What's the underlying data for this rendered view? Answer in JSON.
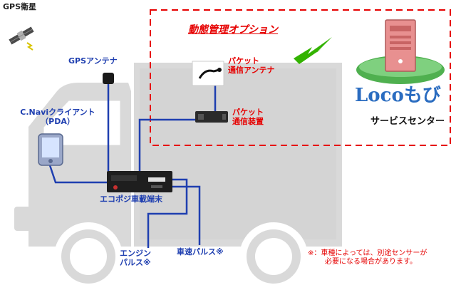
{
  "labels": {
    "gps_satellite": "GPS衛星",
    "gps_antenna": "GPSアンテナ",
    "pda_line1": "C.Naviクライアント",
    "pda_line2": "（PDA）",
    "option_title": "動態管理オプション",
    "packet_antenna_line1": "パケット",
    "packet_antenna_line2": "通信アンテナ",
    "packet_device_line1": "パケット",
    "packet_device_line2": "通信装置",
    "terminal": "エコポジ車載端末",
    "engine_pulse_line1": "エンジン",
    "engine_pulse_line2": "パルス※",
    "speed_pulse": "車速パルス※",
    "note_line1": "※：車種によっては、別途センサーが",
    "note_line2": "必要になる場合があります。",
    "brand_logo": "Locoもび",
    "service_center": "サービスセンター"
  },
  "colors": {
    "truck_gray": "#d9d9d9",
    "wire_blue": "#1f3fb0",
    "option_red": "#e60000",
    "signal_green": "#33b300",
    "server_pink": "#e89090",
    "platform_green": "#4fb04f"
  }
}
